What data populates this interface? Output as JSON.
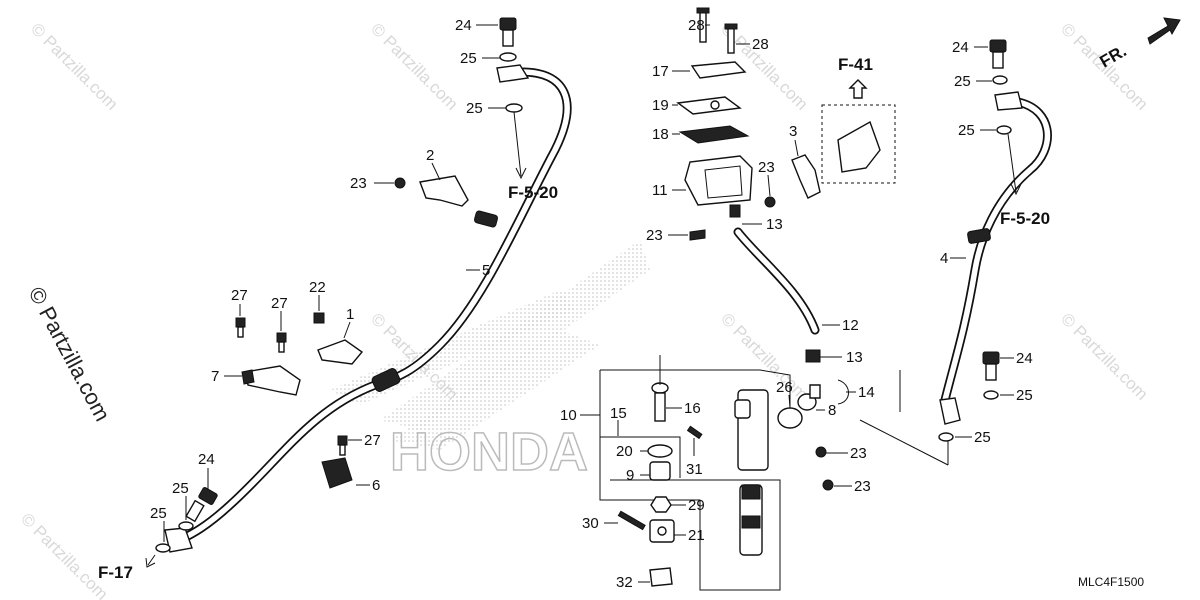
{
  "watermark": {
    "repeated": "© Partzilla.com",
    "side": "© Partzilla.com",
    "logo_text": "HONDA"
  },
  "drawing_code": "MLC4F1500",
  "direction_label": "FR.",
  "reference_labels": {
    "f41": "F-41",
    "f520_left": "F-5-20",
    "f520_right": "F-5-20",
    "f17": "F-17"
  },
  "callouts": [
    {
      "id": "c24a",
      "num": "24"
    },
    {
      "id": "c25a",
      "num": "25"
    },
    {
      "id": "c25b",
      "num": "25"
    },
    {
      "id": "c2",
      "num": "2"
    },
    {
      "id": "c23a",
      "num": "23"
    },
    {
      "id": "c5",
      "num": "5"
    },
    {
      "id": "c27a",
      "num": "27"
    },
    {
      "id": "c27b",
      "num": "27"
    },
    {
      "id": "c22",
      "num": "22"
    },
    {
      "id": "c1",
      "num": "1"
    },
    {
      "id": "c7",
      "num": "7"
    },
    {
      "id": "c27c",
      "num": "27"
    },
    {
      "id": "c6",
      "num": "6"
    },
    {
      "id": "c24b",
      "num": "24"
    },
    {
      "id": "c25c",
      "num": "25"
    },
    {
      "id": "c25d",
      "num": "25"
    },
    {
      "id": "c28a",
      "num": "28"
    },
    {
      "id": "c28b",
      "num": "28"
    },
    {
      "id": "c17",
      "num": "17"
    },
    {
      "id": "c19",
      "num": "19"
    },
    {
      "id": "c18",
      "num": "18"
    },
    {
      "id": "c11",
      "num": "11"
    },
    {
      "id": "c3",
      "num": "3"
    },
    {
      "id": "c23b",
      "num": "23"
    },
    {
      "id": "c13a",
      "num": "13"
    },
    {
      "id": "c23c",
      "num": "23"
    },
    {
      "id": "c12",
      "num": "12"
    },
    {
      "id": "c13b",
      "num": "13"
    },
    {
      "id": "c26",
      "num": "26"
    },
    {
      "id": "c14",
      "num": "14"
    },
    {
      "id": "c8",
      "num": "8"
    },
    {
      "id": "c10",
      "num": "10"
    },
    {
      "id": "c15",
      "num": "15"
    },
    {
      "id": "c16",
      "num": "16"
    },
    {
      "id": "c20",
      "num": "20"
    },
    {
      "id": "c31",
      "num": "31"
    },
    {
      "id": "c9",
      "num": "9"
    },
    {
      "id": "c23d",
      "num": "23"
    },
    {
      "id": "c23e",
      "num": "23"
    },
    {
      "id": "c29",
      "num": "29"
    },
    {
      "id": "c30",
      "num": "30"
    },
    {
      "id": "c21",
      "num": "21"
    },
    {
      "id": "c32",
      "num": "32"
    },
    {
      "id": "c24c",
      "num": "24"
    },
    {
      "id": "c25e",
      "num": "25"
    },
    {
      "id": "c25f",
      "num": "25"
    },
    {
      "id": "c4",
      "num": "4"
    },
    {
      "id": "c24d",
      "num": "24"
    },
    {
      "id": "c25g",
      "num": "25"
    },
    {
      "id": "c25h",
      "num": "25"
    }
  ]
}
